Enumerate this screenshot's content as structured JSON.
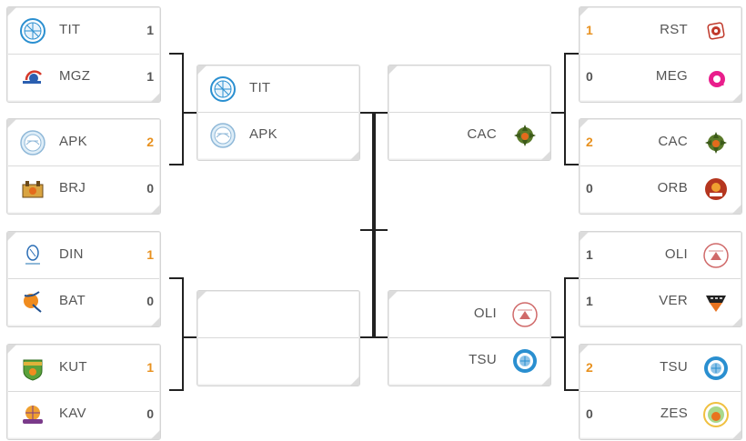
{
  "bracket": {
    "left_round1": [
      {
        "top": {
          "name": "TIT",
          "score": "1",
          "win": false,
          "icon": "tit-logo-icon"
        },
        "bottom": {
          "name": "MGZ",
          "score": "1",
          "win": false,
          "icon": "mgz-logo-icon"
        }
      },
      {
        "top": {
          "name": "APK",
          "score": "2",
          "win": true,
          "icon": "apk-logo-icon"
        },
        "bottom": {
          "name": "BRJ",
          "score": "0",
          "win": false,
          "icon": "brj-logo-icon"
        }
      },
      {
        "top": {
          "name": "DIN",
          "score": "1",
          "win": true,
          "icon": "din-logo-icon"
        },
        "bottom": {
          "name": "BAT",
          "score": "0",
          "win": false,
          "icon": "bat-logo-icon"
        }
      },
      {
        "top": {
          "name": "KUT",
          "score": "1",
          "win": true,
          "icon": "kut-logo-icon"
        },
        "bottom": {
          "name": "KAV",
          "score": "0",
          "win": false,
          "icon": "kav-logo-icon"
        }
      }
    ],
    "left_round2": [
      {
        "top": {
          "name": "TIT",
          "icon": "tit-logo-icon"
        },
        "bottom": {
          "name": "APK",
          "icon": "apk-logo-icon"
        }
      },
      {
        "top": {
          "name": ""
        },
        "bottom": {
          "name": ""
        }
      }
    ],
    "right_round2": [
      {
        "top": {
          "name": ""
        },
        "bottom": {
          "name": "CAC",
          "icon": "cac-logo-icon"
        }
      },
      {
        "top": {
          "name": "OLI",
          "icon": "oli-logo-icon"
        },
        "bottom": {
          "name": "TSU",
          "icon": "tsu-logo-icon"
        }
      }
    ],
    "right_round1": [
      {
        "top": {
          "name": "RST",
          "score": "1",
          "win": true,
          "icon": "rst-logo-icon"
        },
        "bottom": {
          "name": "MEG",
          "score": "0",
          "win": false,
          "icon": "meg-logo-icon"
        }
      },
      {
        "top": {
          "name": "CAC",
          "score": "2",
          "win": true,
          "icon": "cac-logo-icon"
        },
        "bottom": {
          "name": "ORB",
          "score": "0",
          "win": false,
          "icon": "orb-logo-icon"
        }
      },
      {
        "top": {
          "name": "OLI",
          "score": "1",
          "win": false,
          "icon": "oli-logo-icon"
        },
        "bottom": {
          "name": "VER",
          "score": "1",
          "win": false,
          "icon": "ver-logo-icon"
        }
      },
      {
        "top": {
          "name": "TSU",
          "score": "2",
          "win": true,
          "icon": "tsu-logo-icon"
        },
        "bottom": {
          "name": "ZES",
          "score": "0",
          "win": false,
          "icon": "zes-logo-icon"
        }
      }
    ],
    "colors": {
      "win": "#e8911f",
      "text": "#555555",
      "line": "#222222"
    }
  }
}
